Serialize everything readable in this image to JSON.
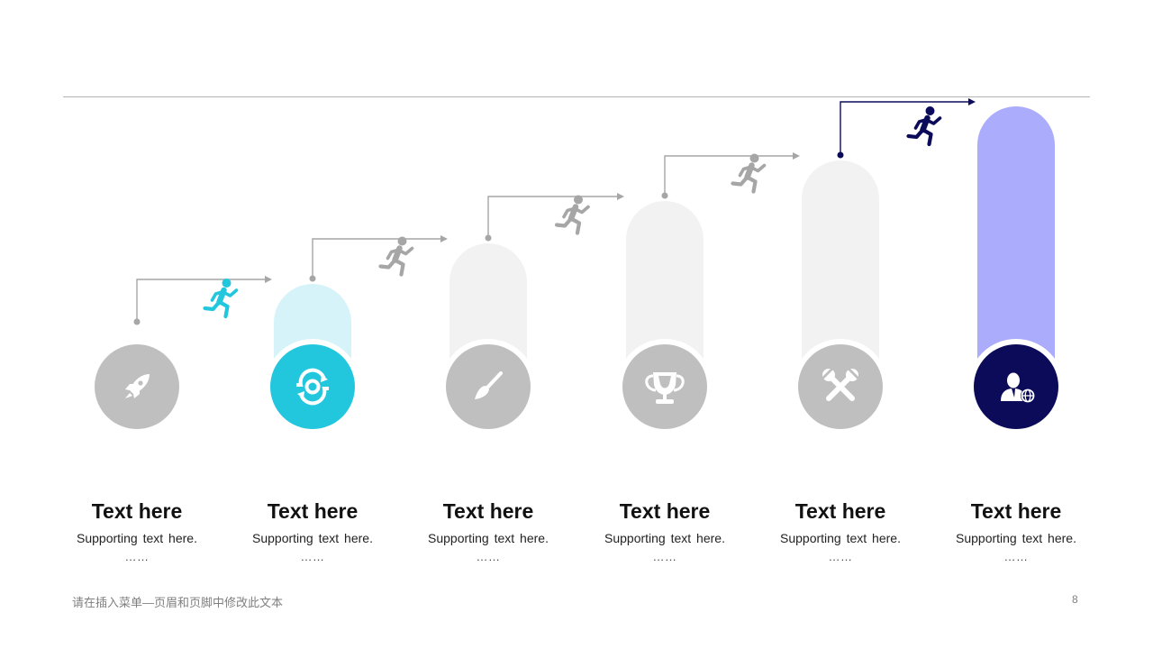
{
  "steps": [
    {
      "title": "Text here",
      "support": "Supporting text here.",
      "dots": "……",
      "icon": "rocket-icon",
      "pillar_color": "#f0f0f0",
      "circle_color": "#bfbfbf",
      "arrow_color": "#a6a6a6",
      "runner_color": "#22c7de"
    },
    {
      "title": "Text here",
      "support": "Supporting text here.",
      "dots": "……",
      "icon": "sync-icon",
      "pillar_color": "#d5f3f8",
      "circle_color": "#22c7de",
      "arrow_color": "#a6a6a6",
      "runner_color": "#a6a6a6"
    },
    {
      "title": "Text here",
      "support": "Supporting text here.",
      "dots": "……",
      "icon": "paintbrush-icon",
      "pillar_color": "#f2f2f2",
      "circle_color": "#bfbfbf",
      "arrow_color": "#a6a6a6",
      "runner_color": "#a6a6a6"
    },
    {
      "title": "Text here",
      "support": "Supporting text here.",
      "dots": "……",
      "icon": "trophy-icon",
      "pillar_color": "#f2f2f2",
      "circle_color": "#bfbfbf",
      "arrow_color": "#a6a6a6",
      "runner_color": "#a6a6a6"
    },
    {
      "title": "Text here",
      "support": "Supporting text here.",
      "dots": "……",
      "icon": "tools-icon",
      "pillar_color": "#f2f2f2",
      "circle_color": "#bfbfbf",
      "arrow_color": "#0b0b5a",
      "runner_color": "#0b0b5a"
    },
    {
      "title": "Text here",
      "support": "Supporting text here.",
      "dots": "……",
      "icon": "businessman-globe-icon",
      "pillar_color": "#acacfc",
      "circle_color": "#0b0b5a"
    }
  ],
  "runner_icon": "running-person-icon",
  "footer": {
    "text": "请在插入菜单—页眉和页脚中修改此文本",
    "page": "8"
  }
}
